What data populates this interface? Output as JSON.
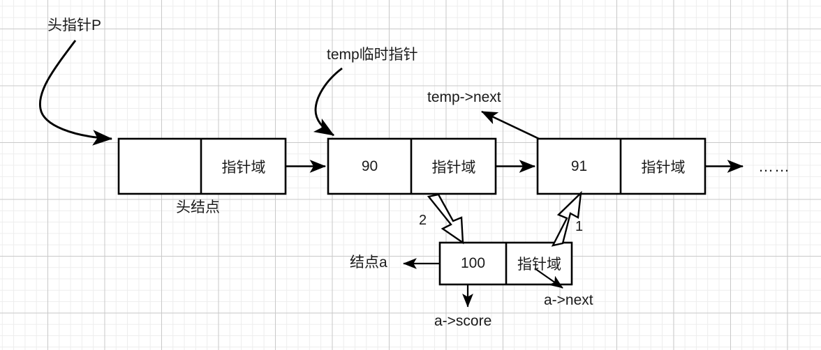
{
  "diagram": {
    "title": "linked-list-insertion-diagram",
    "stroke_color": "#000000",
    "text_color": "#1a1a1a",
    "grid_minor_color": "#ededed",
    "grid_major_color": "#c9c9c9",
    "background": "#ffffff"
  },
  "labels": {
    "head_pointer": "头指针P",
    "temp_pointer": "temp临时指针",
    "temp_next": "temp->next",
    "head_node": "头结点",
    "node_a": "结点a",
    "a_next": "a->next",
    "a_score": "a->score",
    "step_one": "1",
    "step_two": "2",
    "ellipsis": "……"
  },
  "nodes": [
    {
      "id": "head-node",
      "data_field": "",
      "pointer_field": "指针域",
      "caption": "头结点"
    },
    {
      "id": "node-90",
      "data_field": "90",
      "pointer_field": "指针域",
      "caption": ""
    },
    {
      "id": "node-91",
      "data_field": "91",
      "pointer_field": "指针域",
      "caption": ""
    },
    {
      "id": "node-100",
      "data_field": "100",
      "pointer_field": "指针域",
      "caption": "结点a"
    }
  ]
}
